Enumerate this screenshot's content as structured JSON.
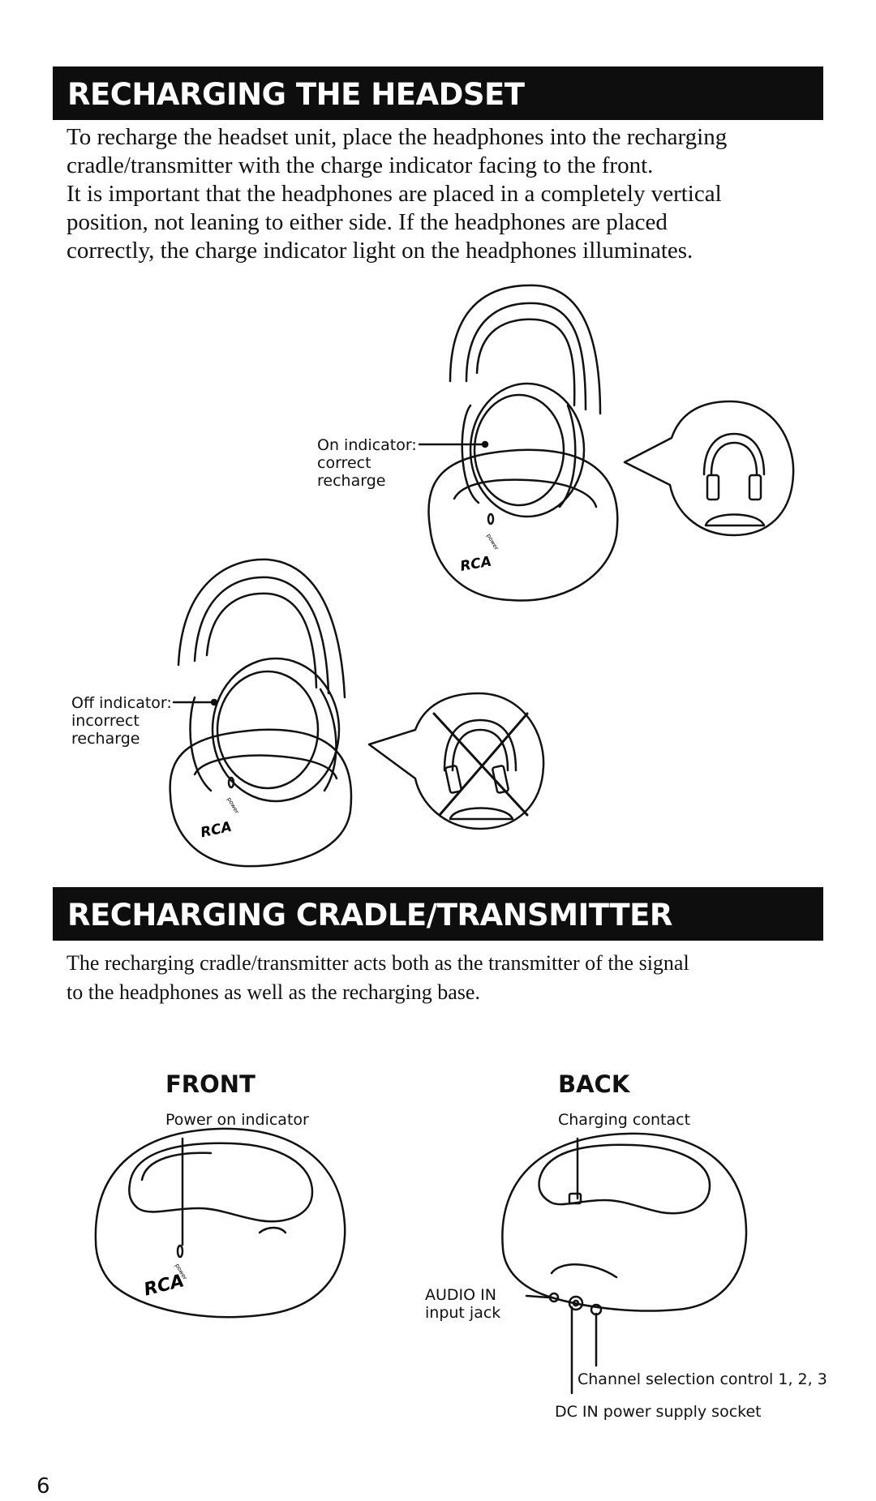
{
  "section1": {
    "title": "RECHARGING THE HEADSET",
    "body": [
      "To recharge the headset unit, place the headphones into the recharging",
      "cradle/transmitter with the charge indicator facing to the front.",
      "It is important that the headphones are placed in a completely vertical",
      "position, not leaning to either side. If the headphones are placed",
      "correctly, the charge indicator light on the headphones illuminates."
    ],
    "illustration": {
      "on_indicator": [
        "On indicator:",
        "correct",
        "recharge"
      ],
      "off_indicator": [
        "Off indicator:",
        "incorrect",
        "recharge"
      ],
      "brand": "RCA",
      "power_mark": "power"
    }
  },
  "section2": {
    "title": "RECHARGING CRADLE/TRANSMITTER",
    "body": [
      "The recharging cradle/transmitter acts both as the transmitter of the signal",
      "to the headphones as well as the recharging base."
    ],
    "front": {
      "heading": "FRONT",
      "power_label": "Power on indicator"
    },
    "back": {
      "heading": "BACK",
      "charging_label": "Charging contact",
      "audio_in": [
        "AUDIO IN",
        "input jack"
      ],
      "channel_label": "Channel selection control 1, 2, 3",
      "dc_label": "DC IN power supply socket"
    }
  },
  "page_number": "6"
}
